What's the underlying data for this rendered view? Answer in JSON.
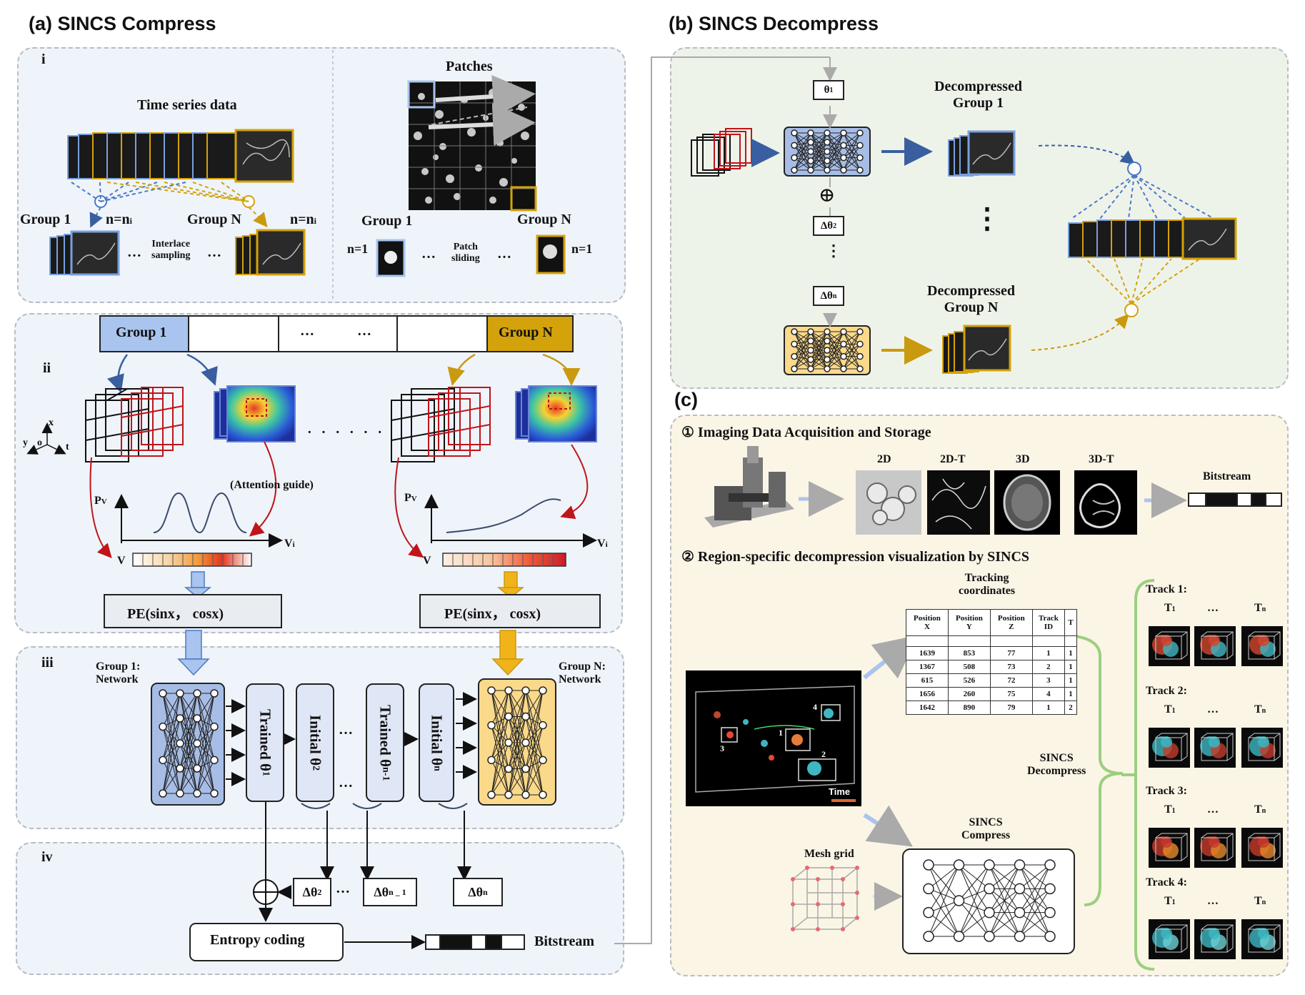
{
  "panel_a": {
    "title": "(a) SINCS Compress",
    "i": {
      "label": "i",
      "time_series": "Time series data",
      "group1": "Group 1",
      "groupN": "Group N",
      "n_left": "n=n",
      "n_right": "n=n",
      "n_sub": "i",
      "interlace": [
        "Interlace",
        "sampling"
      ],
      "patches": "Patches",
      "p_group1": "Group 1",
      "p_groupN": "Group N",
      "n1_left": "n=1",
      "n1_right": "n=1",
      "patch_sliding": [
        "Patch",
        "sliding"
      ],
      "ellipsis": "…"
    },
    "ii": {
      "label": "ii",
      "group1": "Group 1",
      "groupN": "Group N",
      "dots_bar": "…",
      "axes": {
        "x": "x",
        "y": "y",
        "o": "o",
        "t": "t"
      },
      "attention": "(Attention guide)",
      "pv": "P",
      "pv_sub": "V",
      "vi": "V",
      "vi_sub": "i",
      "v": "V",
      "pe_left": "PE(sinx， cosx)",
      "pe_right": "PE(sinx， cosx)",
      "center_dots": "· · · · · ·",
      "colors": {
        "group1": "#a9c4ee",
        "groupN": "#d4a20a"
      }
    },
    "iii": {
      "label": "iii",
      "g1_net": [
        "Group 1:",
        "Network"
      ],
      "gN_net": [
        "Group N:",
        "Network"
      ],
      "trained1": "Trained θ",
      "trained1_sub": "1",
      "initial2": "Initial θ",
      "initial2_sub": "2",
      "trainedn1": "Trained θ",
      "trainedn1_sub": "n-1",
      "initialn": "Initial θ",
      "initialn_sub": "n",
      "dots": "…"
    },
    "iv": {
      "label": "iv",
      "delta2": "Δθ",
      "delta2_sub": "2",
      "deltan1": "Δθ",
      "deltan1_sub": "n _ 1",
      "deltan": "Δθ",
      "deltan_sub": "n",
      "dots": "…",
      "entropy": "Entropy  coding",
      "bitstream": "Bitstream"
    }
  },
  "panel_b": {
    "title": "(b) SINCS Decompress",
    "theta1": "θ",
    "theta1_sub": "1",
    "delta2": "Δθ",
    "delta2_sub": "2",
    "deltan": "Δθ",
    "deltan_sub": "n",
    "dec_g1": [
      "Decompressed",
      "Group 1"
    ],
    "dec_gN": [
      "Decompressed",
      "Group N"
    ],
    "vdots": "⋮",
    "plus": "⊕"
  },
  "panel_c": {
    "title": "(c)",
    "step1": "① Imaging Data Acquisition and Storage",
    "modalities": [
      "2D",
      "2D-T",
      "3D",
      "3D-T"
    ],
    "bitstream": "Bitstream",
    "step2": "② Region-specific decompression visualization by SINCS",
    "tracking": [
      "Tracking",
      "coordinates"
    ],
    "table": {
      "headers": [
        [
          "Position",
          "X"
        ],
        [
          "Position",
          "Y"
        ],
        [
          "Position",
          "Z"
        ],
        [
          "Track",
          "ID"
        ],
        [
          "T",
          ""
        ]
      ],
      "rows": [
        [
          "1639",
          "853",
          "77",
          "1",
          "1"
        ],
        [
          "1367",
          "508",
          "73",
          "2",
          "1"
        ],
        [
          "615",
          "526",
          "72",
          "3",
          "1"
        ],
        [
          "1656",
          "260",
          "75",
          "4",
          "1"
        ],
        [
          "1642",
          "890",
          "79",
          "1",
          "2"
        ]
      ]
    },
    "scene_time": "Time",
    "scene_ids": [
      "1",
      "2",
      "3",
      "4"
    ],
    "mesh_grid": "Mesh grid",
    "sincs_compress": [
      "SINCS",
      "Compress"
    ],
    "sincs_decompress": [
      "SINCS",
      "Decompress"
    ],
    "tracks": [
      {
        "name": "Track 1:",
        "t1": "T",
        "t1_sub": "1",
        "tn": "T",
        "tn_sub": "n",
        "dots": "…"
      },
      {
        "name": "Track 2:",
        "t1": "T",
        "t1_sub": "1",
        "tn": "T",
        "tn_sub": "n",
        "dots": "…"
      },
      {
        "name": "Track 3:",
        "t1": "T",
        "t1_sub": "1",
        "tn": "T",
        "tn_sub": "n",
        "dots": "…"
      },
      {
        "name": "Track 4:",
        "t1": "T",
        "t1_sub": "1",
        "tn": "T",
        "tn_sub": "n",
        "dots": "…"
      }
    ]
  }
}
